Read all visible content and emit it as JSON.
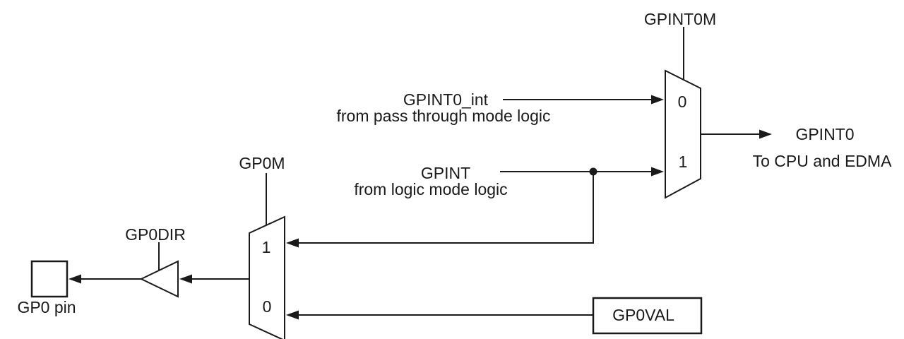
{
  "colors": {
    "ink": "#1a1a1a",
    "background": "#ffffff"
  },
  "diagram": {
    "gpint0m_mux": {
      "control": "GPINT0M",
      "input_top": "0",
      "input_bottom": "1"
    },
    "gp0m_mux": {
      "control": "GP0M",
      "input_top": "1",
      "input_bottom": "0"
    },
    "buffer": {
      "control": "GP0DIR"
    },
    "pin_box": {
      "label": "GP0 pin"
    },
    "register_box": {
      "label": "GP0VAL"
    },
    "signals": {
      "gpint0_int": {
        "name": "GPINT0_int",
        "source": "from pass through mode logic"
      },
      "gpint": {
        "name": "GPINT",
        "source": "from logic mode logic"
      },
      "gpint0": {
        "name": "GPINT0",
        "destination": "To CPU and EDMA"
      }
    }
  }
}
